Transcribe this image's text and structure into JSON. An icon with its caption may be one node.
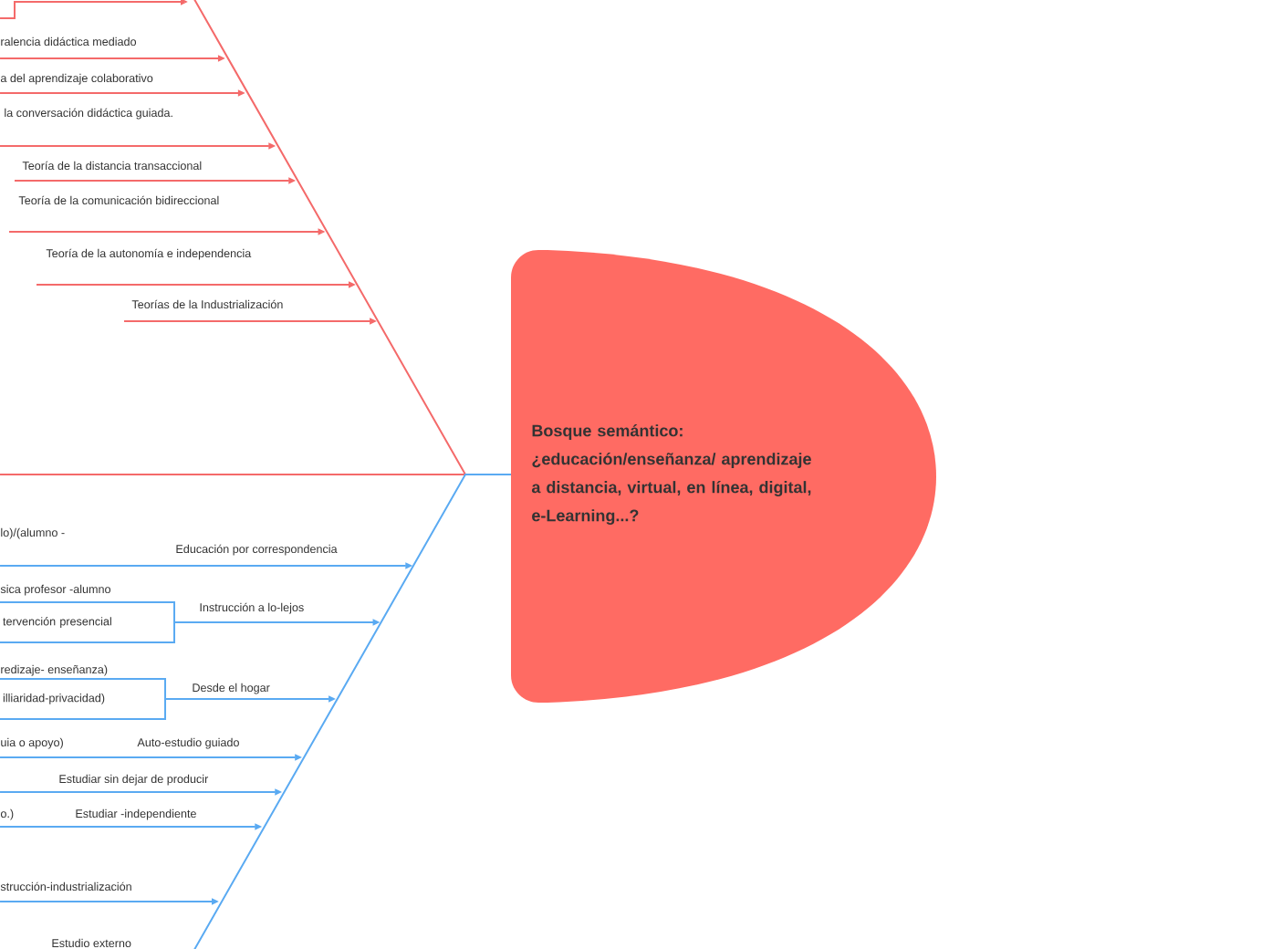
{
  "diagram": {
    "nodes": [
      {
        "text": [
          "Bosque semántico:",
          "¿educación/enseñanza/ aprendizaje a distancia, virtual, en línea, digital, e-Learning...?"
        ]
      },
      {
        "text": [
          "ralencia didáctica mediado"
        ]
      },
      {
        "text": [
          "a del aprendizaje colaborativo"
        ]
      },
      {
        "text": [
          "la conversación didáctica guiada."
        ]
      },
      {
        "text": [
          "Teoría de la distancia transaccional"
        ]
      },
      {
        "text": [
          "Teoría de la comunicación bidireccional"
        ]
      },
      {
        "text": [
          "Teoría de la autonomía e independencia"
        ]
      },
      {
        "text": [
          "Teorías de la Industrialización"
        ]
      },
      {
        "text": [
          "lo)/(alumno -"
        ]
      },
      {
        "text": [
          "Educación por correspondencia"
        ]
      },
      {
        "text": [
          "tervención presencial"
        ]
      },
      {
        "text": [
          "Instrucción a lo-lejos"
        ]
      },
      {
        "text": [
          "illiaridad-privacidad)"
        ]
      },
      {
        "text": [
          "Desde el hogar"
        ]
      },
      {
        "text": [
          "uia o apoyo)"
        ]
      },
      {
        "text": [
          "Auto-estudio guiado"
        ]
      },
      {
        "text": [
          "Estudiar sin dejar de producir"
        ]
      },
      {
        "text": [
          "o.)"
        ]
      },
      {
        "text": [
          "Estudiar -independiente"
        ]
      },
      {
        "text": [
          "strucción-industrialización"
        ]
      },
      {
        "text": [
          "Estudio externo"
        ]
      }
    ],
    "edges": [
      {
        "from": null,
        "to": 0,
        "arrow": "none"
      },
      {
        "from": null,
        "to": 0,
        "arrow": "none"
      },
      {
        "from": null,
        "to": 0,
        "arrow": "none",
        "color": "#5aaaf2"
      },
      {
        "from": 1,
        "to": null,
        "arrow": "to"
      },
      {
        "from": 1,
        "to": null,
        "arrow": "to"
      },
      {
        "from": 2,
        "to": null,
        "arrow": "to"
      },
      {
        "from": 3,
        "to": null,
        "arrow": "to"
      },
      {
        "from": 4,
        "to": null,
        "arrow": "to"
      },
      {
        "from": 5,
        "to": null,
        "arrow": "to"
      },
      {
        "from": 6,
        "to": null,
        "arrow": "to"
      },
      {
        "from": 7,
        "to": null,
        "arrow": "to"
      },
      {
        "from": 8,
        "to": 9,
        "arrow": "to",
        "color": "#5aaaf2"
      },
      {
        "from": 10,
        "to": 11,
        "arrow": "to",
        "color": "#5aaaf2"
      },
      {
        "from": 12,
        "to": 13,
        "arrow": "to",
        "color": "#5aaaf2"
      },
      {
        "from": 14,
        "to": 15,
        "arrow": "to",
        "color": "#5aaaf2"
      },
      {
        "from": 16,
        "to": null,
        "arrow": "to",
        "color": "#5aaaf2"
      },
      {
        "from": 17,
        "to": 18,
        "arrow": "to",
        "color": "#5aaaf2"
      },
      {
        "from": 19,
        "to": null,
        "arrow": "to",
        "color": "#5aaaf2"
      }
    ],
    "labels": [
      "sica  profesor -alumno",
      "redizaje- enseñanza)"
    ]
  }
}
